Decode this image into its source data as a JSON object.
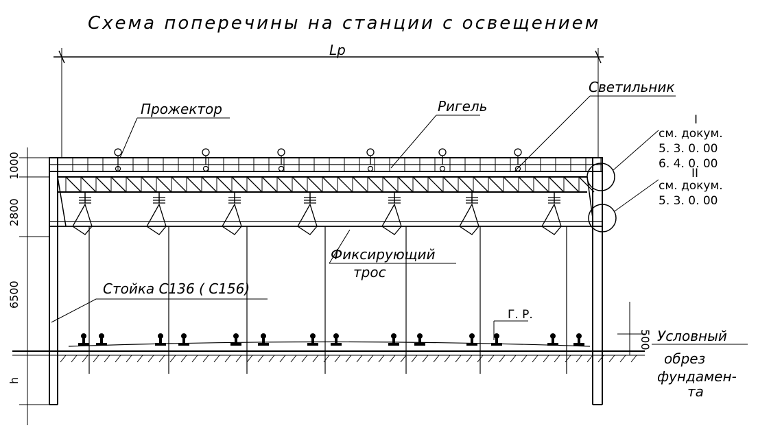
{
  "title": "Схема поперечины на станции с освещением",
  "span_label": "Lр",
  "labels": {
    "projector": "Прожектор",
    "rigel": "Ригель",
    "lamp": "Светильник",
    "fixing_cable_1": "Фиксирующий",
    "fixing_cable_2": "трос",
    "post": "Стойка С136 ( С156)",
    "ref_1_num": "I",
    "ref_1_line1": "см. докум.",
    "ref_1_line2": "5. 3. 0. 00",
    "ref_1_line3": "6. 4. 0. 00",
    "ref_2_num": "II",
    "ref_2_line1": "см. докум.",
    "ref_2_line2": "5. 3. 0. 00",
    "rail_head": "Г. Р.",
    "foundation_1": "Условный",
    "foundation_2": "обрез",
    "foundation_3": "фундамен-",
    "foundation_4": "та"
  },
  "dimensions": {
    "d1000": "1000",
    "d2800": "2800",
    "d6500": "6500",
    "dh": "h",
    "d500": "500"
  },
  "colors": {
    "ink": "#000000",
    "paper": "#ffffff"
  }
}
